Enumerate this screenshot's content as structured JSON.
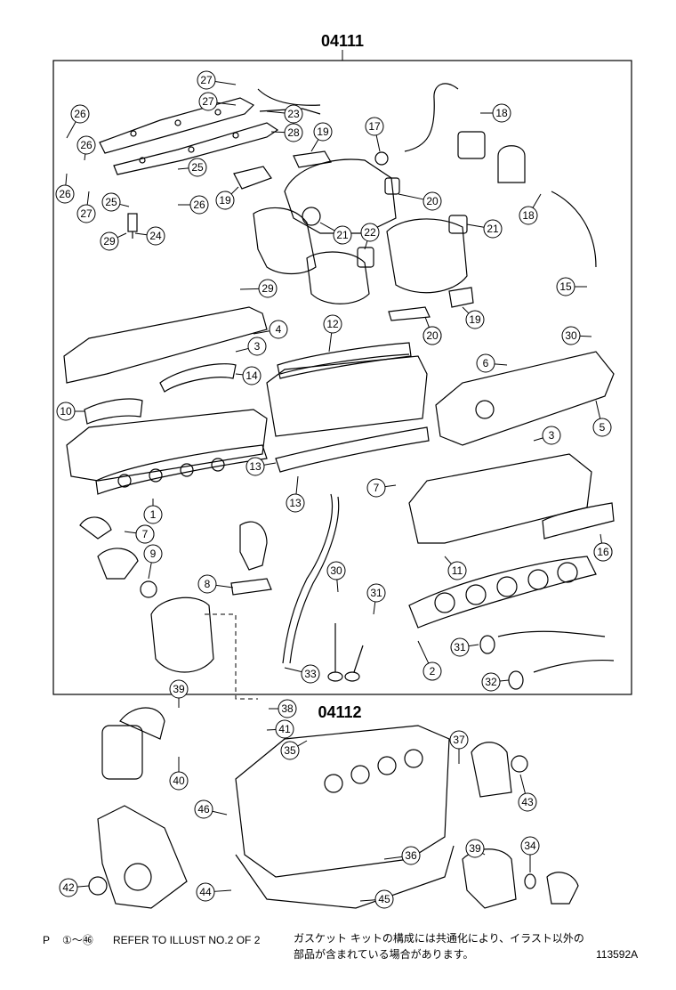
{
  "kits": {
    "upper": "04111",
    "lower": "04112"
  },
  "callouts": [
    "1",
    "2",
    "3",
    "3",
    "4",
    "5",
    "6",
    "7",
    "7",
    "7",
    "8",
    "9",
    "10",
    "11",
    "12",
    "13",
    "13",
    "14",
    "15",
    "15",
    "16",
    "17",
    "18",
    "18",
    "19",
    "19",
    "19",
    "19",
    "20",
    "20",
    "21",
    "21",
    "22",
    "23",
    "24",
    "25",
    "25",
    "26",
    "26",
    "26",
    "26",
    "27",
    "27",
    "27",
    "28",
    "29",
    "29",
    "30",
    "30",
    "31",
    "31",
    "32",
    "33",
    "34",
    "35",
    "36",
    "37",
    "38",
    "39",
    "39",
    "40",
    "41",
    "42",
    "43",
    "44",
    "45",
    "46"
  ],
  "footer": {
    "prefix": "P",
    "range": "①～㊻",
    "reference": "REFER TO ILLUST NO.2 OF 2",
    "note_line1": "ガスケット キットの構成には共通化により、イラスト以外の",
    "note_line2": "部品が含まれている場合があります。",
    "illustration_code": "113592A"
  }
}
